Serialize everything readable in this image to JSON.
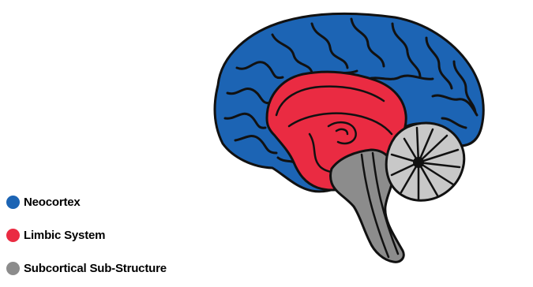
{
  "legend": {
    "items": [
      {
        "label": "Neocortex",
        "color": "#1c64b4"
      },
      {
        "label": "Limbic System",
        "color": "#ea2b42"
      },
      {
        "label": "Subcortical Sub-Structure",
        "color": "#8c8c8c"
      }
    ]
  },
  "colors": {
    "neocortex": "#1c64b4",
    "limbic": "#ea2b42",
    "subcortical": "#8c8c8c",
    "cerebellum": "#c8c8c8",
    "outline": "#111111"
  }
}
